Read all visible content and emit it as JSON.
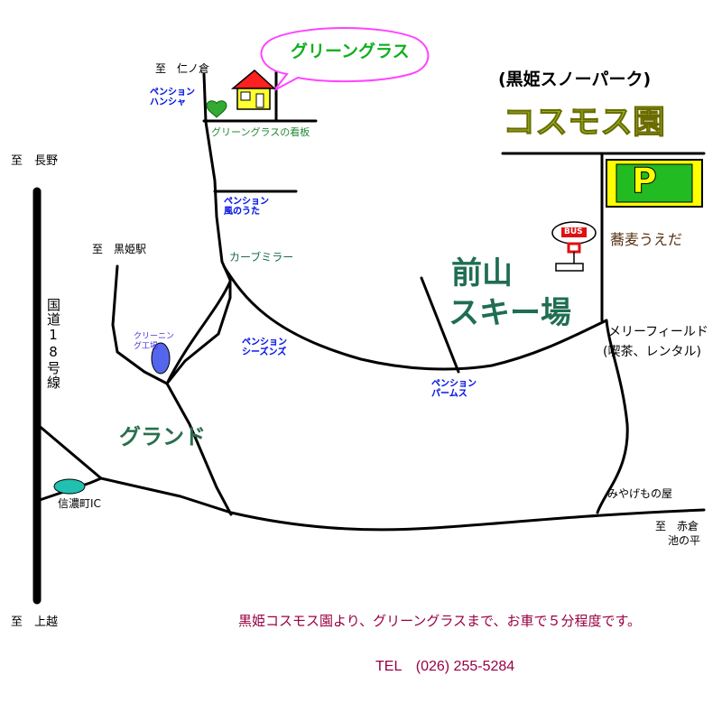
{
  "bubble_label": "グリーングラス",
  "resort_name": "(黒姫スノーパーク)",
  "brand_title": "コスモス園",
  "parking_label": "P",
  "bus_label": "BUS",
  "destinations": {
    "ninokura": "至　仁ノ倉",
    "nagano": "至　長野",
    "kurohime_station": "至　黒姫駅",
    "joetsu": "至　上越",
    "akakura": "至　赤倉",
    "ikenotaira": "池の平"
  },
  "route18": "国道18号線",
  "labels": {
    "signboard": "グリーングラスの看板",
    "curve_mirror": "カーブミラー",
    "cleaning_factory": "クリーニング工場",
    "grand": "グランド",
    "shinanomachi_ic": "信濃町IC",
    "maeyama": "前山",
    "ski_area": "スキー場",
    "soba": "蕎麦うえだ",
    "merry_field_1": "メリーフィールド",
    "merry_field_2": "(喫茶、レンタル)",
    "souvenir": "みやげもの屋"
  },
  "pensions": {
    "hansha_1": "ペンション",
    "hansha_2": "ハンシャ",
    "kazenouta_1": "ペンション",
    "kazenouta_2": "風のうた",
    "seasons_1": "ペンション",
    "seasons_2": "シーズンズ",
    "palms_1": "ペンション",
    "palms_2": "パームス"
  },
  "footer": {
    "note": "黒姫コスモス園より、グリーングラスまで、お車で５分程度です。",
    "tel": "TEL　(026) 255-5284"
  },
  "colors": {
    "house_wall": "#ffff33",
    "house_roof": "#ff2020",
    "parking_bg": "#ffff00",
    "parking_inner": "#22bb22",
    "pond": "#5566ee",
    "ic_pond": "#22c0b0",
    "heart": "#33aa33",
    "bubble_border": "#ff44ff"
  }
}
